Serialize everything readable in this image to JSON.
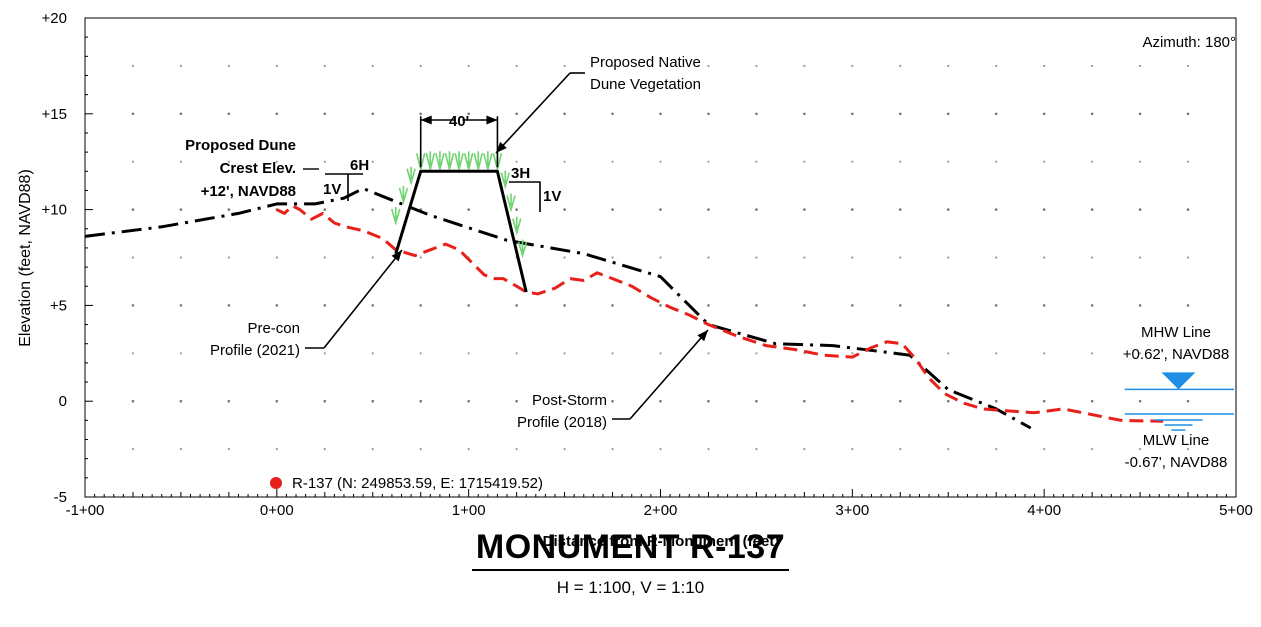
{
  "chart_data": {
    "type": "line",
    "title": "",
    "xlabel": "Distance from R-Monument (feet)",
    "ylabel": "Elevation (feet, NAVD88)",
    "xlim": [
      -100,
      500
    ],
    "ylim": [
      -5,
      20
    ],
    "x_tick_labels": [
      "-1+00",
      "0+00",
      "1+00",
      "2+00",
      "3+00",
      "4+00",
      "5+00"
    ],
    "x_tick_values": [
      -100,
      0,
      100,
      200,
      300,
      400,
      500
    ],
    "y_tick_labels": [
      "+20",
      "+15",
      "+10",
      "+5",
      "0",
      "-5"
    ],
    "y_tick_values": [
      20,
      15,
      10,
      5,
      0,
      -5
    ],
    "grid": "dotted",
    "azimuth_label": "Azimuth: 180°",
    "series": [
      {
        "style": "dash-dot",
        "color": "#000000",
        "points": [
          [
            -100,
            8.6
          ],
          [
            -60,
            9.1
          ],
          [
            -20,
            9.8
          ],
          [
            0,
            10.3
          ],
          [
            20,
            10.3
          ],
          [
            35,
            10.6
          ],
          [
            45,
            11.1
          ],
          [
            55,
            10.7
          ],
          [
            80,
            9.7
          ],
          [
            120,
            8.4
          ],
          [
            160,
            7.7
          ],
          [
            200,
            6.5
          ],
          [
            225,
            4.0
          ],
          [
            260,
            3.0
          ],
          [
            290,
            2.9
          ],
          [
            330,
            2.4
          ],
          [
            350,
            0.6
          ],
          [
            375,
            -0.4
          ],
          [
            393,
            -1.4
          ]
        ]
      },
      {
        "style": "dashed",
        "color": "#e8201a",
        "points": [
          [
            0,
            10.0
          ],
          [
            4,
            9.8
          ],
          [
            8,
            10.2
          ],
          [
            12,
            10.0
          ],
          [
            18,
            9.5
          ],
          [
            24,
            9.8
          ],
          [
            30,
            9.3
          ],
          [
            36,
            9.1
          ],
          [
            45,
            8.9
          ],
          [
            55,
            8.5
          ],
          [
            62,
            7.9
          ],
          [
            72,
            7.6
          ],
          [
            80,
            7.9
          ],
          [
            88,
            8.2
          ],
          [
            95,
            7.9
          ],
          [
            102,
            7.2
          ],
          [
            108,
            6.6
          ],
          [
            113,
            6.4
          ],
          [
            118,
            6.4
          ],
          [
            125,
            6.0
          ],
          [
            130,
            5.7
          ],
          [
            136,
            5.6
          ],
          [
            145,
            5.9
          ],
          [
            153,
            6.4
          ],
          [
            160,
            6.3
          ],
          [
            167,
            6.7
          ],
          [
            175,
            6.4
          ],
          [
            185,
            6.0
          ],
          [
            195,
            5.4
          ],
          [
            205,
            4.9
          ],
          [
            215,
            4.5
          ],
          [
            225,
            4.0
          ],
          [
            240,
            3.4
          ],
          [
            255,
            2.9
          ],
          [
            270,
            2.7
          ],
          [
            285,
            2.4
          ],
          [
            300,
            2.3
          ],
          [
            310,
            2.8
          ],
          [
            318,
            3.1
          ],
          [
            326,
            3.0
          ],
          [
            333,
            2.2
          ],
          [
            340,
            1.2
          ],
          [
            348,
            0.4
          ],
          [
            358,
            -0.1
          ],
          [
            368,
            -0.4
          ],
          [
            380,
            -0.5
          ],
          [
            395,
            -0.6
          ],
          [
            410,
            -0.4
          ],
          [
            425,
            -0.7
          ],
          [
            440,
            -1.0
          ],
          [
            462,
            -1.05
          ]
        ]
      },
      {
        "style": "solid",
        "color": "#000000",
        "points": [
          [
            62,
            7.7
          ],
          [
            75,
            12.0
          ],
          [
            115,
            12.0
          ],
          [
            130,
            5.7
          ]
        ]
      }
    ],
    "annotations": {
      "dune_crest": [
        "Proposed Dune",
        "Crest Elev.",
        "+12', NAVD88"
      ],
      "slope_left_h": "6H",
      "slope_left_v": "1V",
      "slope_right_h": "3H",
      "slope_right_v": "1V",
      "crest_width": "40'",
      "native_veg": [
        "Proposed Native",
        "Dune Vegetation"
      ],
      "precon": [
        "Pre-con",
        "Profile (2021)"
      ],
      "poststorm": [
        "Post-Storm",
        "Profile (2018)"
      ],
      "mhw": [
        "MHW Line",
        "+0.62', NAVD88"
      ],
      "mlw": [
        "MLW Line",
        "-0.67', NAVD88"
      ],
      "monument_point": "R-137 (N: 249853.59, E: 1715419.52)",
      "mhw_value": 0.62,
      "mlw_value": -0.67
    },
    "colors": {
      "precon_profile": "#e8201a",
      "poststorm_profile": "#000000",
      "water_line": "#1f8fe6",
      "vegetation": "#6fd36f",
      "monument_marker": "#e8201a"
    }
  },
  "footer": {
    "title": "MONUMENT R-137",
    "scale": "H = 1:100, V = 1:10"
  }
}
